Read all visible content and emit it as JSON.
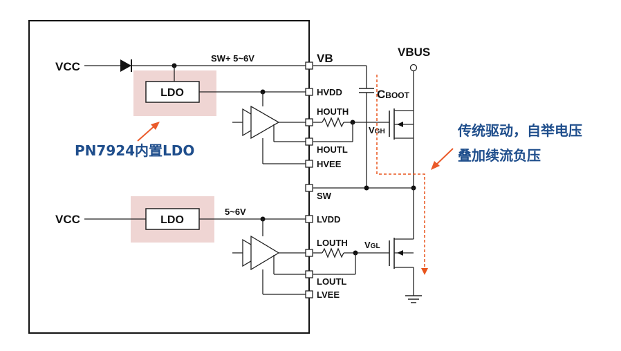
{
  "colors": {
    "annotation": "#1f4e8c",
    "arrow": "#ea5a2a",
    "ldo_highlight": "#efd5d3",
    "dashed_path": "#e8541c"
  },
  "inputs": {
    "vcc_top": "VCC",
    "vcc_bottom": "VCC"
  },
  "ldo": {
    "top_label": "LDO",
    "bottom_label": "LDO"
  },
  "nets": {
    "vb_net": "SW+ 5~6V",
    "lvdd_net": "5~6V",
    "vbus": "VBUS"
  },
  "pins": {
    "vb": "VB",
    "hvdd": "HVDD",
    "houth": "HOUTH",
    "houtl": "HOUTL",
    "hvee": "HVEE",
    "sw": "SW",
    "lvdd": "LVDD",
    "louth": "LOUTH",
    "loutl": "LOUTL",
    "lvee": "LVEE"
  },
  "components": {
    "cboot_main": "C",
    "cboot_sub": "BOOT",
    "vgh_main": "V",
    "vgh_sub": "GH",
    "vgl_main": "V",
    "vgl_sub": "GL"
  },
  "annotations": {
    "builtin_ldo": "PN7924内置LDO",
    "drive_line1": "传统驱动，自举电压",
    "drive_line2": "叠加续流负压"
  }
}
